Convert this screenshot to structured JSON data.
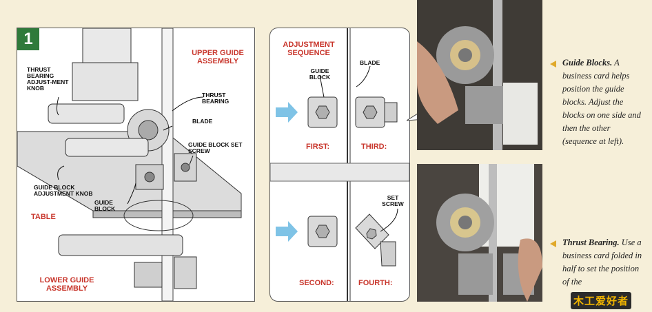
{
  "figure1": {
    "number": "1",
    "labels": {
      "upper_guide_assembly": "UPPER GUIDE ASSEMBLY",
      "thrust_bearing_knob": "THRUST BEARING ADJUST-MENT KNOB",
      "thrust_bearing": "THRUST BEARING",
      "blade": "BLADE",
      "guide_block_set_screw": "GUIDE BLOCK SET SCREW",
      "guide_block_adjustment_knob": "GUIDE BLOCK ADJUSTMENT KNOB",
      "guide_block": "GUIDE BLOCK",
      "table": "TABLE",
      "lower_guide_assembly": "LOWER GUIDE ASSEMBLY"
    }
  },
  "sequence": {
    "title": "ADJUSTMENT SEQUENCE",
    "guide_block_label": "GUIDE BLOCK",
    "blade_label": "BLADE",
    "set_screw_label": "SET SCREW",
    "first": "FIRST:",
    "second": "SECOND:",
    "third": "THIRD:",
    "fourth": "FOURTH:"
  },
  "captions": {
    "guide_blocks_title": "Guide Blocks.",
    "guide_blocks_text": "A business card helps position the guide blocks. Adjust the blocks on one side and then the other (sequence at left).",
    "thrust_title": "Thrust Bearing.",
    "thrust_text": "Use a business card folded in half to set the position of the"
  },
  "watermark": "木工爱好者",
  "colors": {
    "accent_red": "#c8352b",
    "green": "#2f7a3b",
    "arrow_blue": "#7fc3e6",
    "caption_arrow": "#e0a92a"
  }
}
